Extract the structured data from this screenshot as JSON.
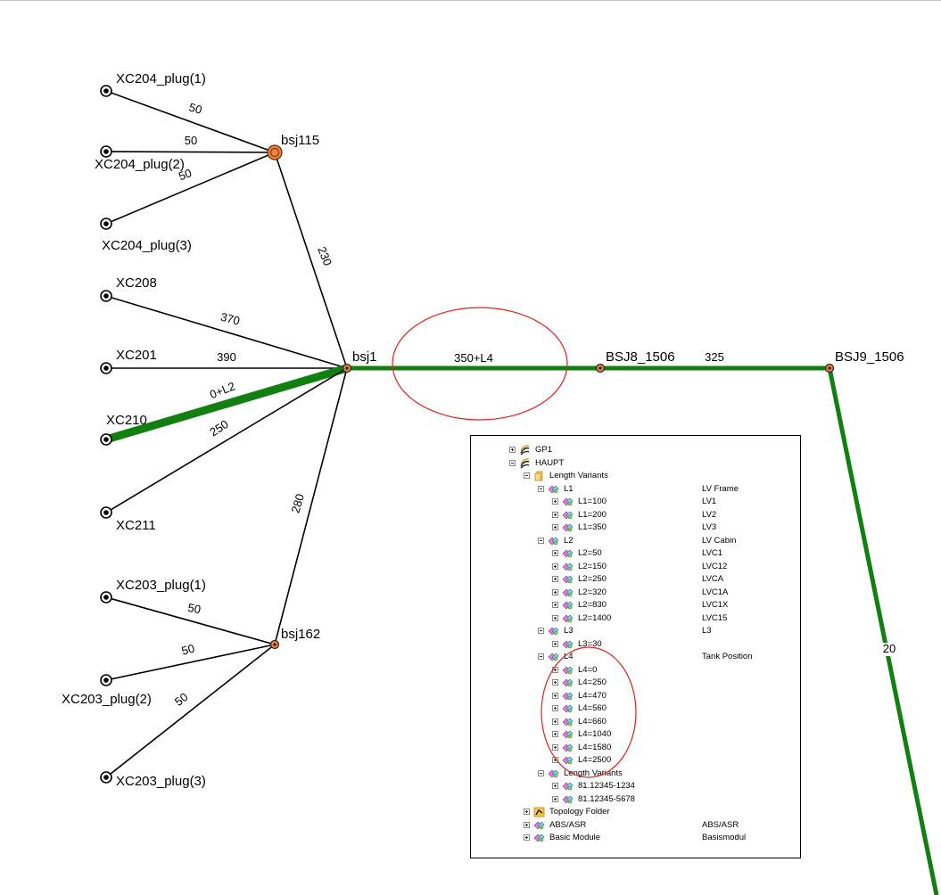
{
  "diagram": {
    "nodes": [
      {
        "id": "XC204_plug(1)",
        "label": "XC204_plug(1)",
        "style": "terminal"
      },
      {
        "id": "XC204_plug(2)",
        "label": "XC204_plug(2)",
        "style": "terminal"
      },
      {
        "id": "XC204_plug(3)",
        "label": "XC204_plug(3)",
        "style": "terminal"
      },
      {
        "id": "bsj115",
        "label": "bsj115",
        "style": "splice-large"
      },
      {
        "id": "XC208",
        "label": "XC208",
        "style": "terminal"
      },
      {
        "id": "XC201",
        "label": "XC201",
        "style": "terminal"
      },
      {
        "id": "XC210",
        "label": "XC210",
        "style": "terminal"
      },
      {
        "id": "XC211",
        "label": "XC211",
        "style": "terminal"
      },
      {
        "id": "bsj1",
        "label": "bsj1",
        "style": "splice"
      },
      {
        "id": "BSJ8_1506",
        "label": "BSJ8_1506",
        "style": "splice"
      },
      {
        "id": "BSJ9_1506",
        "label": "BSJ9_1506",
        "style": "splice"
      },
      {
        "id": "XC203_plug(1)",
        "label": "XC203_plug(1)",
        "style": "terminal"
      },
      {
        "id": "XC203_plug(2)",
        "label": "XC203_plug(2)",
        "style": "terminal"
      },
      {
        "id": "XC203_plug(3)",
        "label": "XC203_plug(3)",
        "style": "terminal"
      },
      {
        "id": "bsj162",
        "label": "bsj162",
        "style": "splice"
      }
    ],
    "edges": [
      {
        "from": "XC204_plug(1)",
        "to": "bsj115",
        "label": "50",
        "thick": false
      },
      {
        "from": "XC204_plug(2)",
        "to": "bsj115",
        "label": "50",
        "thick": false
      },
      {
        "from": "XC204_plug(3)",
        "to": "bsj115",
        "label": "50",
        "thick": false
      },
      {
        "from": "bsj115",
        "to": "bsj1",
        "label": "230",
        "thick": false
      },
      {
        "from": "XC208",
        "to": "bsj1",
        "label": "370",
        "thick": false
      },
      {
        "from": "XC201",
        "to": "bsj1",
        "label": "390",
        "thick": false
      },
      {
        "from": "XC210",
        "to": "bsj1",
        "label": "0+L2",
        "thick": true
      },
      {
        "from": "XC211",
        "to": "bsj1",
        "label": "250",
        "thick": false
      },
      {
        "from": "bsj162",
        "to": "bsj1",
        "label": "280",
        "thick": false
      },
      {
        "from": "XC203_plug(1)",
        "to": "bsj162",
        "label": "50",
        "thick": false
      },
      {
        "from": "XC203_plug(2)",
        "to": "bsj162",
        "label": "50",
        "thick": false
      },
      {
        "from": "XC203_plug(3)",
        "to": "bsj162",
        "label": "50",
        "thick": false
      },
      {
        "from": "bsj1",
        "to": "BSJ8_1506",
        "label": "350+L4",
        "thick": true
      },
      {
        "from": "BSJ8_1506",
        "to": "BSJ9_1506",
        "label": "325",
        "thick": true
      },
      {
        "from": "BSJ9_1506",
        "to": "offscreen-bottom",
        "label": "20",
        "thick": true
      }
    ],
    "colors": {
      "thin_edge": "#000000",
      "thick_edge": "#118011",
      "highlight_ellipse": "#e02020",
      "splice_fill": "#f0823c",
      "splice_stroke": "#5a2a10"
    }
  },
  "tree": {
    "rows": [
      {
        "label": "GP1",
        "desc": "",
        "depth": 0,
        "expander": "plus",
        "icon": "harness-icon"
      },
      {
        "label": "HAUPT",
        "desc": "",
        "depth": 0,
        "expander": "minus",
        "icon": "harness-icon"
      },
      {
        "label": "Length Variants",
        "desc": "",
        "depth": 1,
        "expander": "minus",
        "icon": "folder-icon"
      },
      {
        "label": "L1",
        "desc": "LV Frame",
        "depth": 2,
        "expander": "minus",
        "icon": "variant-icon"
      },
      {
        "label": "L1=100",
        "desc": "LV1",
        "depth": 3,
        "expander": "plus",
        "icon": "variant-icon"
      },
      {
        "label": "L1=200",
        "desc": "LV2",
        "depth": 3,
        "expander": "plus",
        "icon": "variant-icon"
      },
      {
        "label": "L1=350",
        "desc": "LV3",
        "depth": 3,
        "expander": "plus",
        "icon": "variant-icon"
      },
      {
        "label": "L2",
        "desc": "LV Cabin",
        "depth": 2,
        "expander": "minus",
        "icon": "variant-icon"
      },
      {
        "label": "L2=50",
        "desc": "LVC1",
        "depth": 3,
        "expander": "plus",
        "icon": "variant-icon"
      },
      {
        "label": "L2=150",
        "desc": "LVC12",
        "depth": 3,
        "expander": "plus",
        "icon": "variant-icon"
      },
      {
        "label": "L2=250",
        "desc": "LVCA",
        "depth": 3,
        "expander": "plus",
        "icon": "variant-icon"
      },
      {
        "label": "L2=320",
        "desc": "LVC1A",
        "depth": 3,
        "expander": "plus",
        "icon": "variant-icon"
      },
      {
        "label": "L2=830",
        "desc": "LVC1X",
        "depth": 3,
        "expander": "plus",
        "icon": "variant-icon"
      },
      {
        "label": "L2=1400",
        "desc": "LVC15",
        "depth": 3,
        "expander": "plus",
        "icon": "variant-icon"
      },
      {
        "label": "L3",
        "desc": "L3",
        "depth": 2,
        "expander": "minus",
        "icon": "variant-icon"
      },
      {
        "label": "L3=30",
        "desc": "",
        "depth": 3,
        "expander": "plus",
        "icon": "variant-icon"
      },
      {
        "label": "L4",
        "desc": "Tank Position",
        "depth": 2,
        "expander": "minus",
        "icon": "variant-icon"
      },
      {
        "label": "L4=0",
        "desc": "",
        "depth": 3,
        "expander": "plus",
        "icon": "variant-icon"
      },
      {
        "label": "L4=250",
        "desc": "",
        "depth": 3,
        "expander": "plus",
        "icon": "variant-icon"
      },
      {
        "label": "L4=470",
        "desc": "",
        "depth": 3,
        "expander": "plus",
        "icon": "variant-icon"
      },
      {
        "label": "L4=560",
        "desc": "",
        "depth": 3,
        "expander": "plus",
        "icon": "variant-icon"
      },
      {
        "label": "L4=660",
        "desc": "",
        "depth": 3,
        "expander": "plus",
        "icon": "variant-icon"
      },
      {
        "label": "L4=1040",
        "desc": "",
        "depth": 3,
        "expander": "plus",
        "icon": "variant-icon"
      },
      {
        "label": "L4=1580",
        "desc": "",
        "depth": 3,
        "expander": "plus",
        "icon": "variant-icon"
      },
      {
        "label": "L4=2500",
        "desc": "",
        "depth": 3,
        "expander": "plus",
        "icon": "variant-icon"
      },
      {
        "label": "Length Variants",
        "desc": "",
        "depth": 2,
        "expander": "minus",
        "icon": "variant-icon"
      },
      {
        "label": "81.12345-1234",
        "desc": "",
        "depth": 3,
        "expander": "plus",
        "icon": "variant-icon"
      },
      {
        "label": "81.12345-5678",
        "desc": "",
        "depth": 3,
        "expander": "plus",
        "icon": "variant-icon"
      },
      {
        "label": "Topology Folder",
        "desc": "",
        "depth": 1,
        "expander": "plus",
        "icon": "topology-icon"
      },
      {
        "label": "ABS/ASR",
        "desc": "ABS/ASR",
        "depth": 1,
        "expander": "plus",
        "icon": "variant-icon"
      },
      {
        "label": "Basic Module",
        "desc": "Basismodul",
        "depth": 1,
        "expander": "plus",
        "icon": "variant-icon"
      }
    ]
  }
}
